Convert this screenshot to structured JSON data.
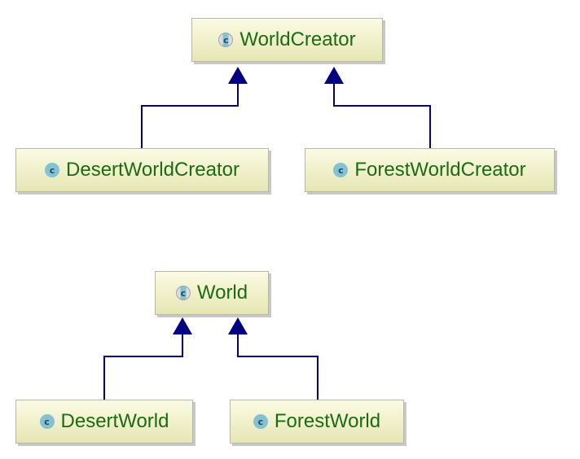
{
  "diagram": {
    "type": "class-hierarchy",
    "colors": {
      "edge": "#000080",
      "label": "#1c6b12",
      "node_fill_top": "#fbfbe4",
      "node_fill_bottom": "#e6e6b4",
      "icon": "#83c1d3"
    },
    "nodes": {
      "world_creator": {
        "label": "WorldCreator",
        "kind": "abstract-class",
        "icon": "abstract-class-icon",
        "icon_letter": "c"
      },
      "desert_world_creator": {
        "label": "DesertWorldCreator",
        "kind": "class",
        "icon": "class-icon",
        "icon_letter": "c"
      },
      "forest_world_creator": {
        "label": "ForestWorldCreator",
        "kind": "class",
        "icon": "class-icon",
        "icon_letter": "c"
      },
      "world": {
        "label": "World",
        "kind": "abstract-class",
        "icon": "abstract-class-icon",
        "icon_letter": "c"
      },
      "desert_world": {
        "label": "DesertWorld",
        "kind": "class",
        "icon": "class-icon",
        "icon_letter": "c"
      },
      "forest_world": {
        "label": "ForestWorld",
        "kind": "class",
        "icon": "class-icon",
        "icon_letter": "c"
      }
    },
    "edges": [
      {
        "from": "desert_world_creator",
        "to": "world_creator",
        "relation": "extends"
      },
      {
        "from": "forest_world_creator",
        "to": "world_creator",
        "relation": "extends"
      },
      {
        "from": "desert_world",
        "to": "world",
        "relation": "extends"
      },
      {
        "from": "forest_world",
        "to": "world",
        "relation": "extends"
      }
    ]
  }
}
